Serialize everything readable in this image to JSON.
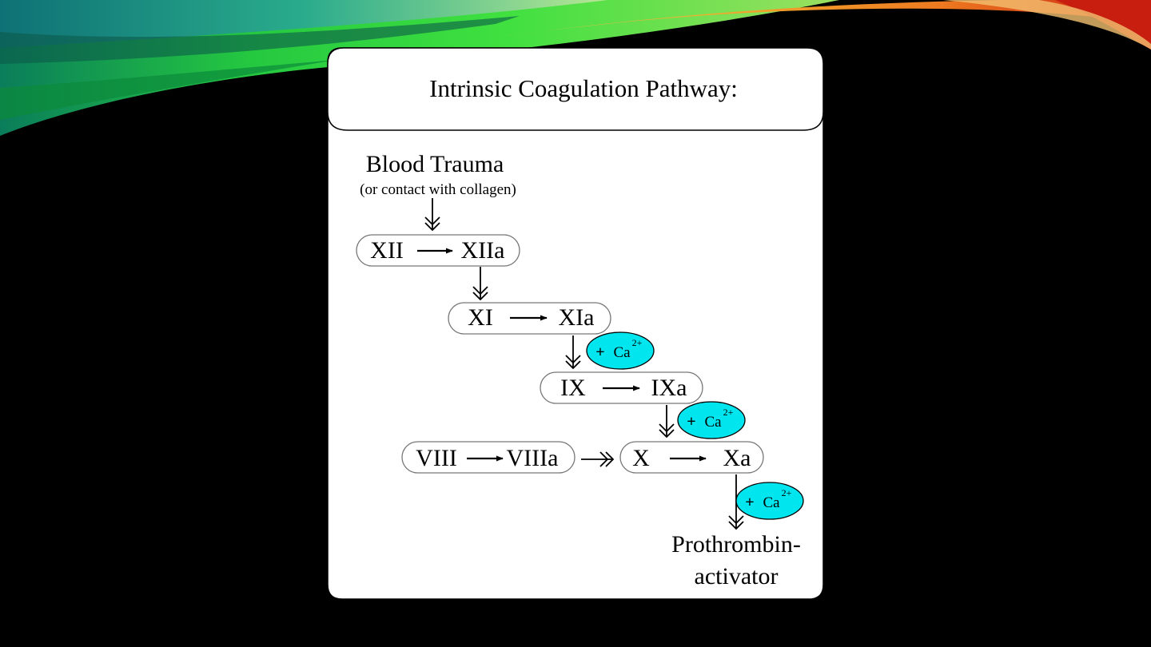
{
  "diagram": {
    "title": "Intrinsic Coagulation Pathway:",
    "trigger": {
      "label": "Blood Trauma",
      "note": "(or contact with collagen)"
    },
    "steps": [
      {
        "from": "XII",
        "to": "XIIa"
      },
      {
        "from": "XI",
        "to": "XIa"
      },
      {
        "from": "IX",
        "to": "IXa"
      },
      {
        "from": "X",
        "to": "Xa"
      }
    ],
    "cofactor": {
      "from": "VIII",
      "to": "VIIIa"
    },
    "calcium": {
      "plus": "+",
      "ion": "Ca",
      "charge": "2+"
    },
    "product": {
      "line1": "Prothrombin-",
      "line2": "activator"
    }
  },
  "colors": {
    "background": "#000000",
    "panel": "#ffffff",
    "calcium_badge": "#00e5ee",
    "ribbon_green": "#22cc44",
    "ribbon_teal": "#1a8a8a",
    "ribbon_orange": "#ee8822",
    "ribbon_red": "#cc2211"
  }
}
